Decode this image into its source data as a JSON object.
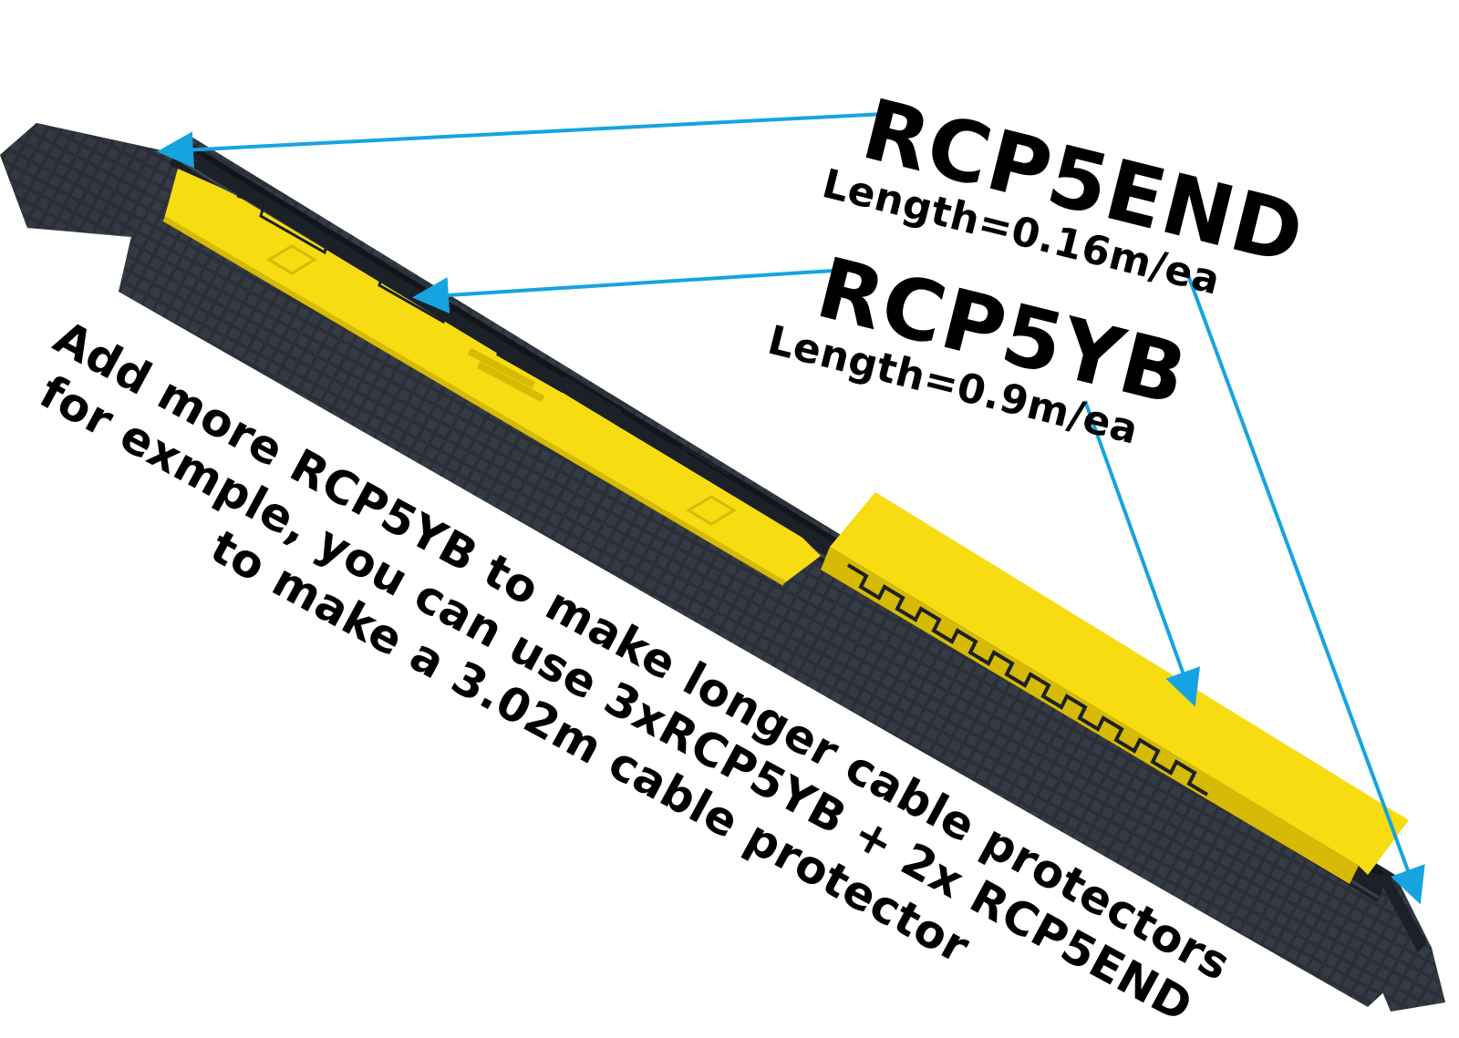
{
  "colors": {
    "arrow": "#16a4e0",
    "rubber": "#2b3038",
    "rubber_dark": "#1c2027",
    "yellow": "#f7dc12",
    "yellow_shadow": "#d6ba05",
    "text": "#000000"
  },
  "labels": {
    "end_part": {
      "code": "RCP5END",
      "length": "Length=0.16m/ea"
    },
    "yb_part": {
      "code": "RCP5YB",
      "length": "Length=0.9m/ea"
    }
  },
  "note": {
    "line1": "Add more RCP5YB to make longer cable protectors",
    "line2": "for exmple, you can use 3xRCP5YB + 2x RCP5END",
    "line3": "to make a 3.02m cable protector"
  }
}
